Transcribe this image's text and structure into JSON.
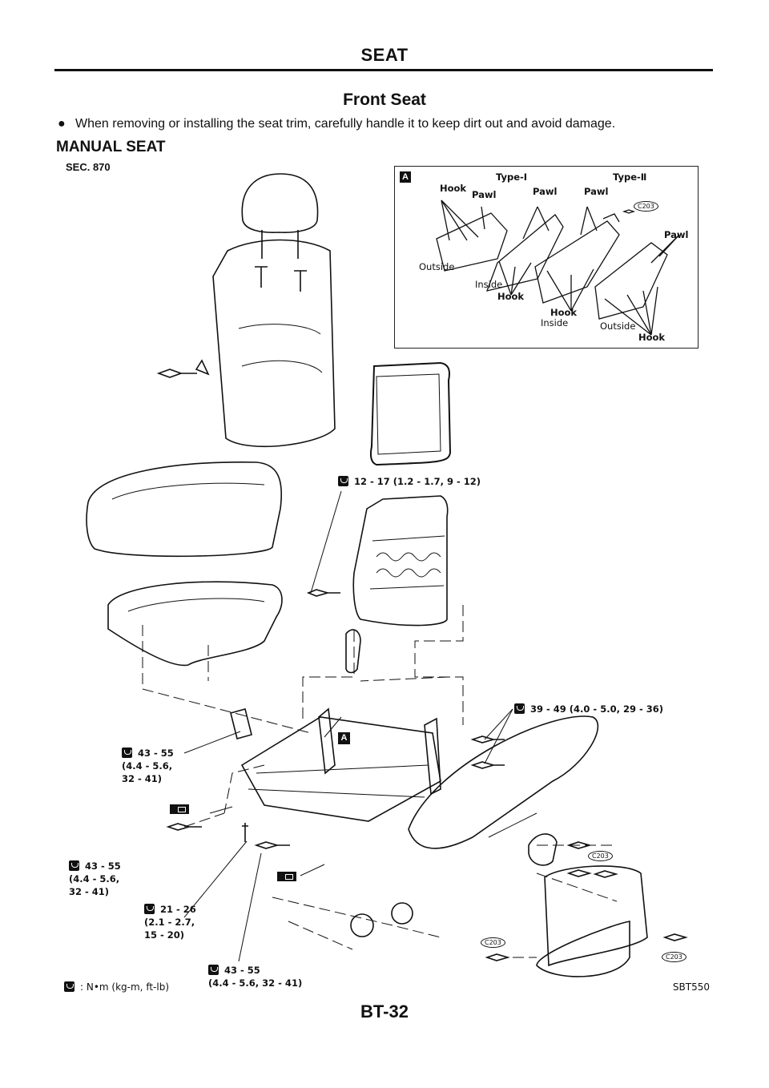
{
  "header": {
    "title": "SEAT"
  },
  "section": {
    "title": "Front Seat"
  },
  "bullet": {
    "symbol": "●",
    "text": "When removing or installing the seat trim, carefully handle it to keep dirt out and avoid damage."
  },
  "subsection": {
    "title": "MANUAL SEAT"
  },
  "figure": {
    "sec": "SEC. 870",
    "inset": {
      "tag": "A",
      "type1": "Type-Ⅰ",
      "type2": "Type-Ⅱ",
      "hook1": "Hook",
      "pawl1": "Pawl",
      "pawl2": "Pawl",
      "pawl3": "Pawl",
      "pawl4": "Pawl",
      "outside1": "Outside",
      "inside1": "Inside",
      "hook2": "Hook",
      "hook3": "Hook",
      "inside2": "Inside",
      "outside2": "Outside",
      "hook4": "Hook",
      "c203": "C203"
    },
    "torques": {
      "t1": "12 - 17 (1.2 - 1.7, 9 - 12)",
      "t2": "39 - 49 (4.0 - 5.0, 29 - 36)",
      "t3": "43 - 55\n(4.4 - 5.6,\n32 - 41)",
      "t4": "43 - 55\n(4.4 - 5.6,\n32 - 41)",
      "t5": "21 - 26\n(2.1 - 2.7,\n15 - 20)",
      "t6": "43 - 55\n(4.4 - 5.6, 32 - 41)"
    },
    "clip_label": "C203",
    "tag_a": "A",
    "legend": ": N•m (kg-m, ft-lb)",
    "code": "SBT550"
  },
  "footer": {
    "page": "BT-32"
  }
}
